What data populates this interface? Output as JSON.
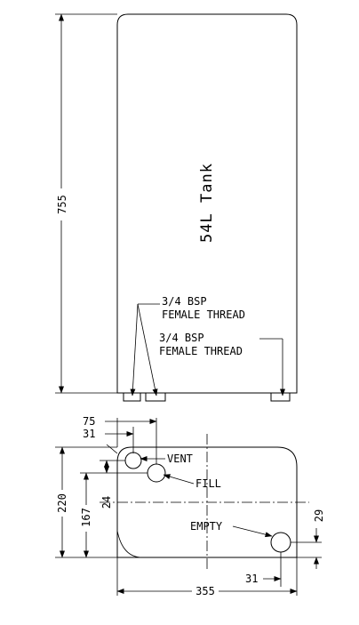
{
  "elevation": {
    "height_dim": "755",
    "tank_label": "54L Tank",
    "callout_left": {
      "line1": "3/4 BSP",
      "line2": "FEMALE THREAD"
    },
    "callout_right": {
      "line1": "3/4 BSP",
      "line2": "FEMALE THREAD"
    }
  },
  "plan": {
    "dim_75": "75",
    "dim_31_top": "31",
    "dim_220": "220",
    "dim_167": "167",
    "dim_24": "24",
    "dim_29": "29",
    "dim_31_bottom": "31",
    "dim_355": "355",
    "vent": "VENT",
    "fill": "FILL",
    "empty": "EMPTY"
  }
}
